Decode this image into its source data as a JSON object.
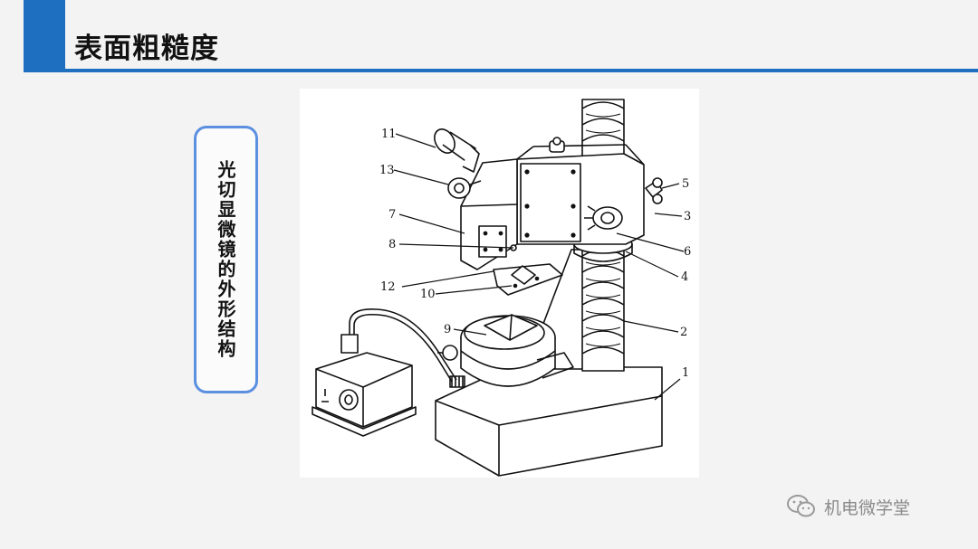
{
  "slide": {
    "title": "表面粗糙度",
    "side_label": "光切显微镜的外形结构",
    "watermark": "机电微学堂"
  },
  "figure": {
    "callouts": [
      "1",
      "2",
      "3",
      "4",
      "5",
      "6",
      "7",
      "8",
      "9",
      "10",
      "11",
      "12",
      "13"
    ]
  },
  "colors": {
    "accent": "#1f6fc1",
    "box_border": "#5b8fe0"
  }
}
